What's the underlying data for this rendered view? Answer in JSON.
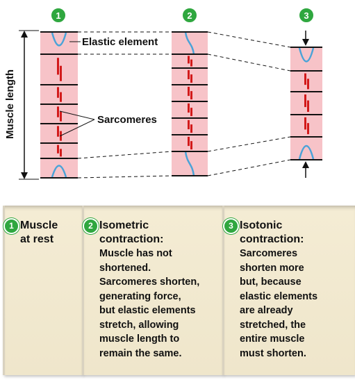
{
  "labels": {
    "muscle_length": "Muscle length",
    "elastic_element": "Elastic element",
    "sarcomeres": "Sarcomeres"
  },
  "stages": [
    {
      "number": "1"
    },
    {
      "number": "2"
    },
    {
      "number": "3"
    }
  ],
  "panels": [
    {
      "number": "1",
      "title": "Muscle\nat rest",
      "body": ""
    },
    {
      "number": "2",
      "title": "Isometric\ncontraction:",
      "body": "Muscle has not\nshortened.\nSarcomeres shorten,\ngenerating force,\nbut elastic elements\nstretch, allowing\nmuscle length to\nremain the same."
    },
    {
      "number": "3",
      "title": "Isotonic\ncontraction:",
      "body": "Sarcomeres\nshorten more\nbut, because\nelastic elements\nare already\nstretched, the\nentire muscle\nmust shorten."
    }
  ],
  "colors": {
    "fiber": "#f7c3c8",
    "elastic": "#4aa3d8",
    "filament": "#d21a1a",
    "badge": "#2fa73f"
  }
}
